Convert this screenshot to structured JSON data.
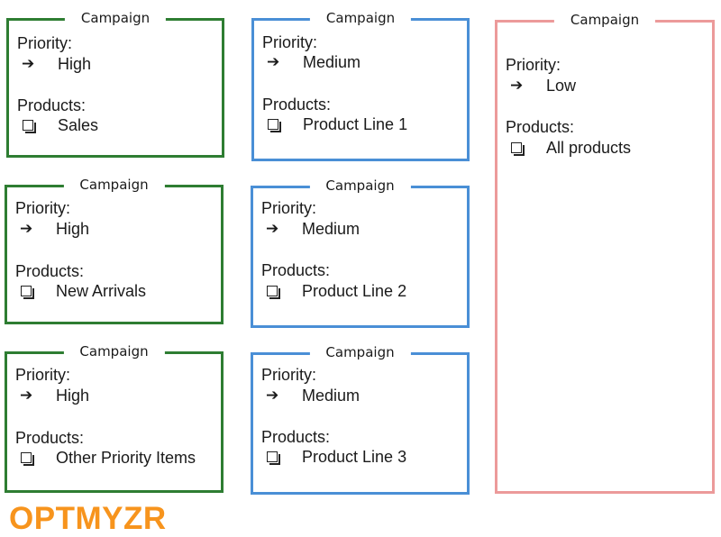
{
  "colors": {
    "high": "#2e7d32",
    "medium": "#4a8fd6",
    "low": "#ec9a9a",
    "logo": "#f7941d"
  },
  "icons": {
    "priority": "arrow-right-icon",
    "products": "checkbox-icon"
  },
  "campaigns": [
    {
      "title": "Campaign",
      "priority_label": "Priority:",
      "priority": "High",
      "products_label": "Products:",
      "product": "Sales"
    },
    {
      "title": "Campaign",
      "priority_label": "Priority:",
      "priority": "High",
      "products_label": "Products:",
      "product": "New Arrivals"
    },
    {
      "title": "Campaign",
      "priority_label": "Priority:",
      "priority": "High",
      "products_label": "Products:",
      "product": "Other Priority Items"
    },
    {
      "title": "Campaign",
      "priority_label": "Priority:",
      "priority": "Medium",
      "products_label": "Products:",
      "product": "Product Line 1"
    },
    {
      "title": "Campaign",
      "priority_label": "Priority:",
      "priority": "Medium",
      "products_label": "Products:",
      "product": "Product Line 2"
    },
    {
      "title": "Campaign",
      "priority_label": "Priority:",
      "priority": "Medium",
      "products_label": "Products:",
      "product": "Product Line 3"
    },
    {
      "title": "Campaign",
      "priority_label": "Priority:",
      "priority": "Low",
      "products_label": "Products:",
      "product": "All products"
    }
  ],
  "logo": {
    "text": "OPTMYZR"
  }
}
